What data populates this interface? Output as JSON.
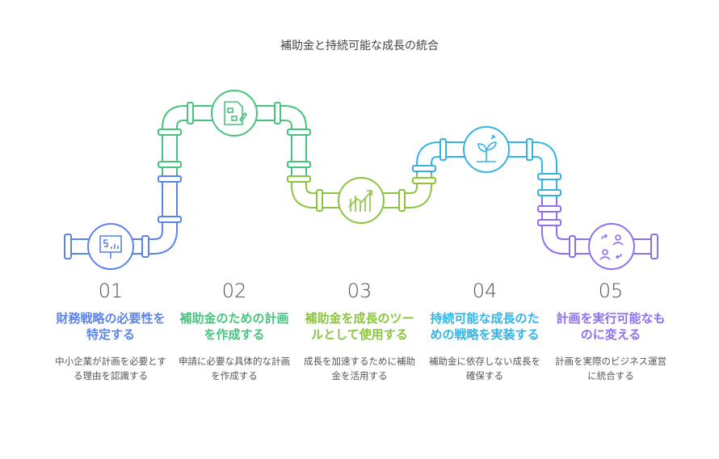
{
  "title": "補助金と持続可能な成長の統合",
  "colors": {
    "blue": "#5b84ea",
    "green": "#46c37e",
    "lime": "#8cc43f",
    "cyan": "#35b3e3",
    "purple": "#8e6ff0"
  },
  "steps": [
    {
      "num": "01",
      "heading": "財務戦略の必要性を特定する",
      "desc": "中小企業が計画を必要とする理由を認識する",
      "icon": "presentation-dollar-icon"
    },
    {
      "num": "02",
      "heading": "補助金のための計画を作成する",
      "desc": "申請に必要な具体的な計画を作成する",
      "icon": "document-flowchart-icon"
    },
    {
      "num": "03",
      "heading": "補助金を成長のツールとして使用する",
      "desc": "成長を加速するために補助金を活用する",
      "icon": "growth-chart-icon"
    },
    {
      "num": "04",
      "heading": "持続可能な成長のための戦略を実装する",
      "desc": "補助金に依存しない成長を確保する",
      "icon": "sprout-icon"
    },
    {
      "num": "05",
      "heading": "計画を実行可能なものに変える",
      "desc": "計画を実際のビジネス運営に統合する",
      "icon": "people-exchange-icon"
    }
  ]
}
